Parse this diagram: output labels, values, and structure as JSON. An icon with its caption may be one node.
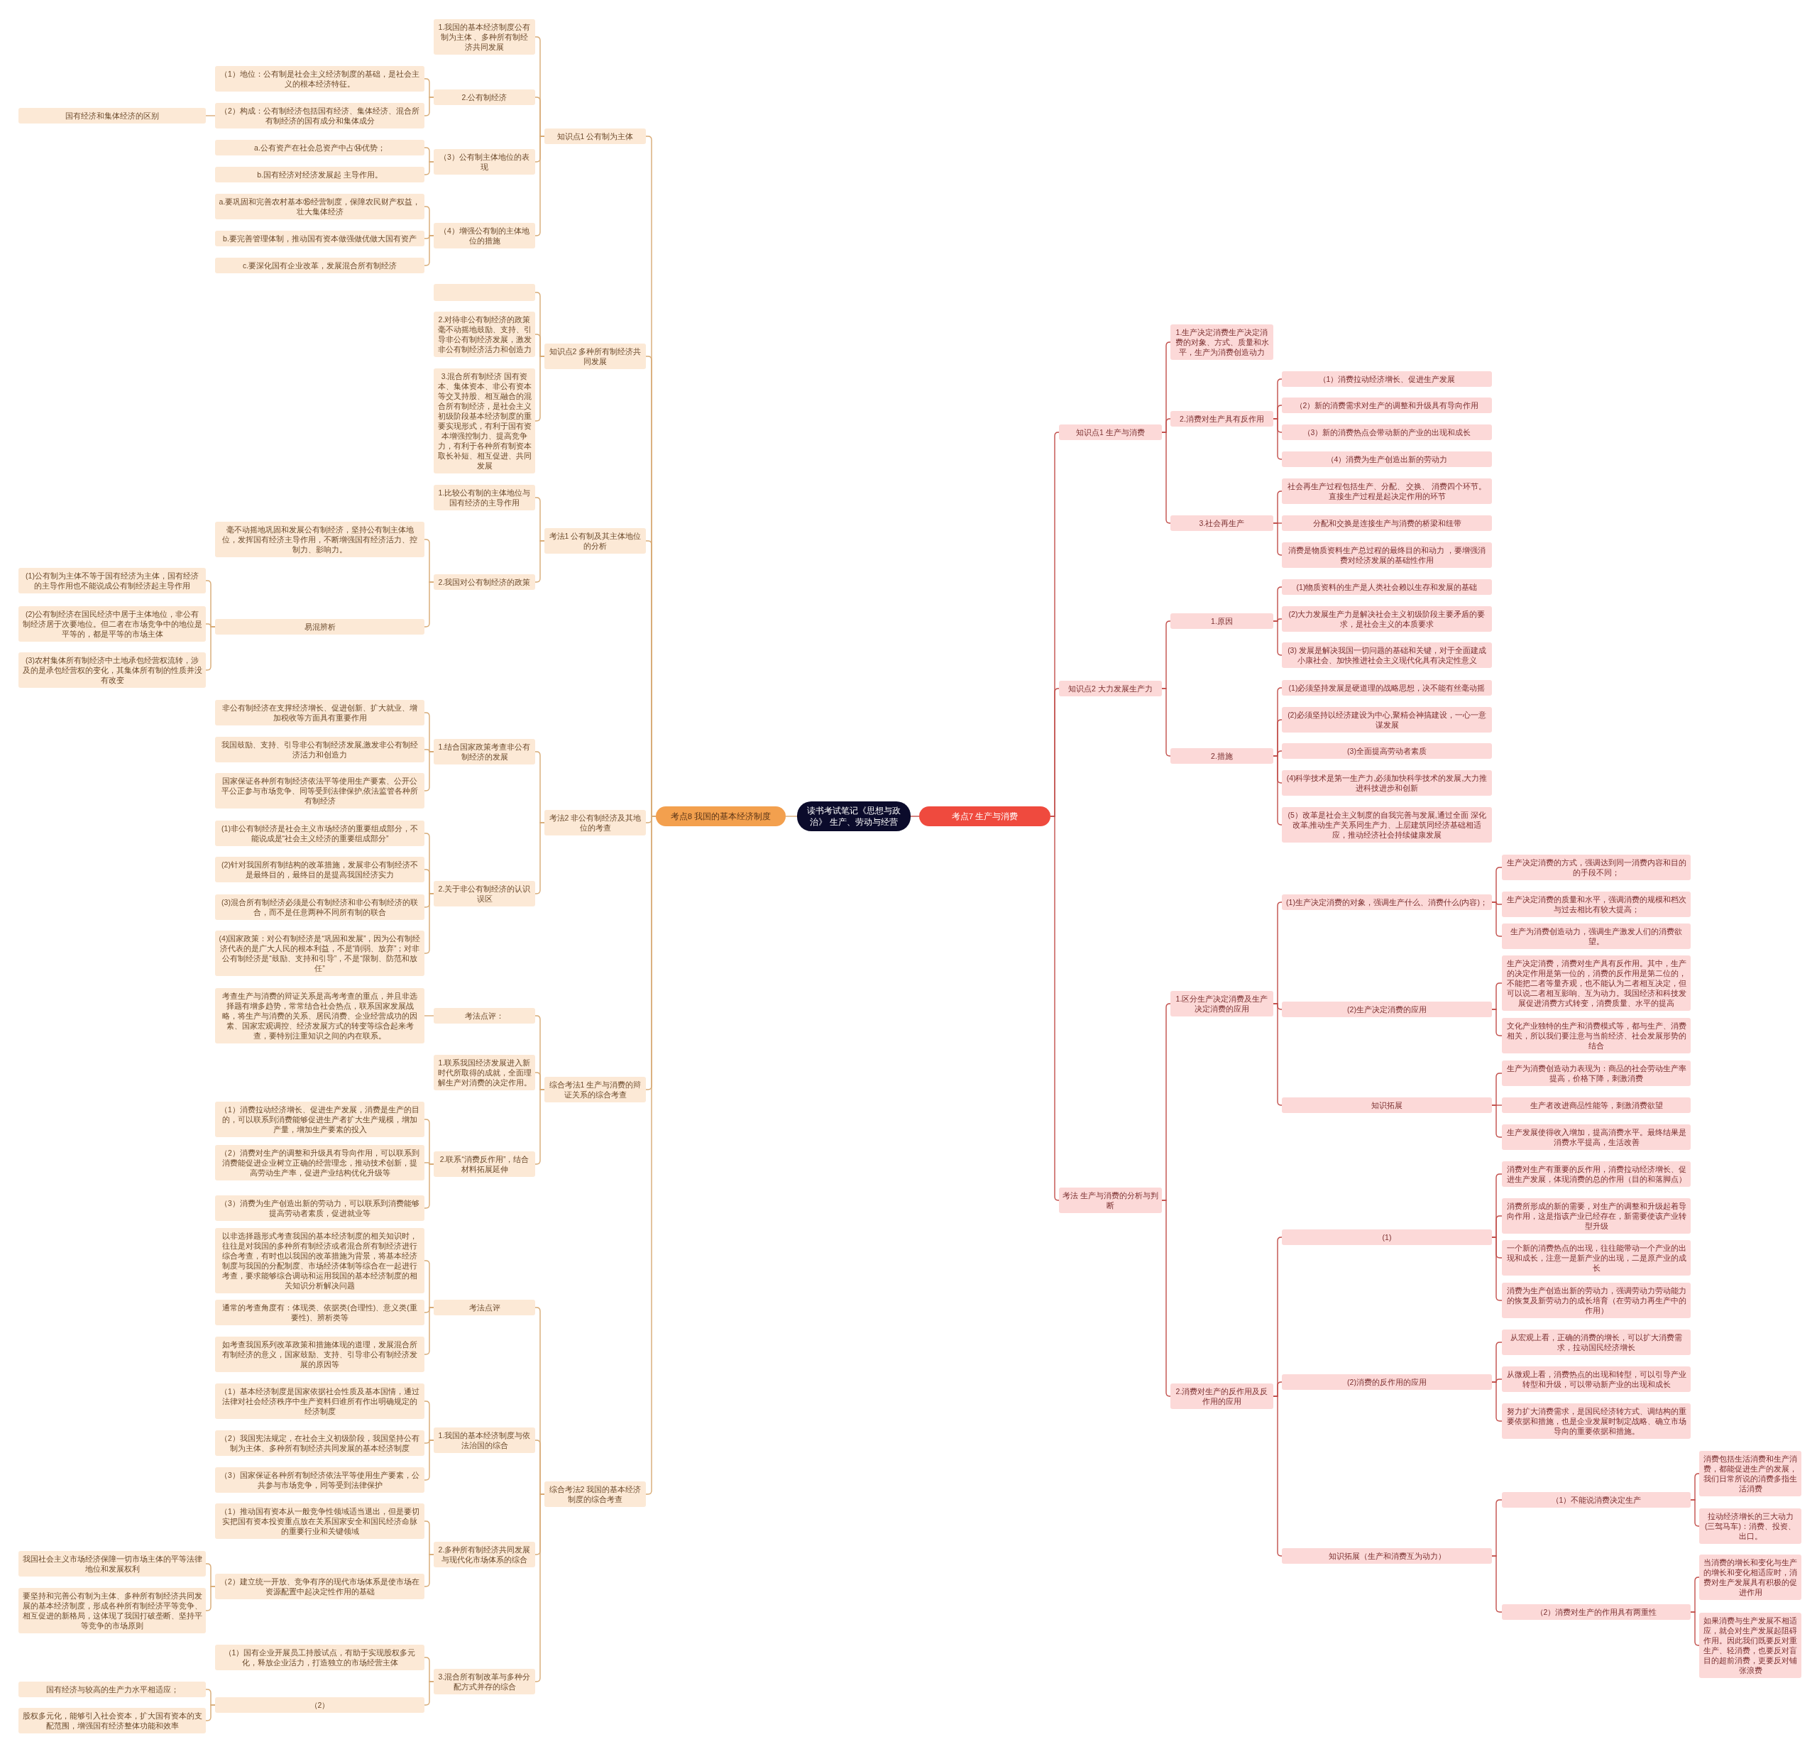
{
  "diagram": {
    "nodes": [
      {
        "text": [
          "读书考试笔记《思想与政治》 生产、劳动与经营"
        ]
      },
      {
        "text": [
          "考点8  我国的基本经济制度"
        ]
      },
      {
        "text": [
          "知识点1  公有制为主体"
        ]
      },
      {
        "text": [
          "1.我国的基本经济制度公有制为主体 、多种所有制经济共同发展"
        ]
      },
      {
        "text": [
          "2.公有制经济"
        ]
      },
      {
        "text": [
          "（1）地位：公有制是社会主义经济制度的基础，是社会主义的根本经济特征。"
        ]
      },
      {
        "text": [
          "（2）构成：公有制经济包括国有经济、集体经济、混合所有制经济的国有成分和集体成分"
        ]
      },
      {
        "text": [
          "国有经济和集体经济的区别"
        ]
      },
      {
        "text": [
          "（3）公有制主体地位的表现"
        ]
      },
      {
        "text": [
          "a.公有资产在社会总资产中占⑭优势；"
        ]
      },
      {
        "text": [
          "b.国有经济对经济发展起 主导作用。"
        ]
      },
      {
        "text": [
          "（4）增强公有制的主体地位的措施"
        ]
      },
      {
        "text": [
          "a.要巩固和完善农村基本⑯经营制度，保障农民财产权益，壮大集体经济"
        ]
      },
      {
        "text": [
          "b.要完善管理体制，推动国有资本做强做优做大国有资产"
        ]
      },
      {
        "text": [
          "c.要深化国有企业改革，发展混合所有制经济"
        ]
      },
      {
        "text": [
          "知识点2  多种所有制经济共同发展"
        ]
      },
      {
        "text": [],
        "shape": "box"
      },
      {
        "text": [
          "2.对待非公有制经济的政策毫不动摇地鼓励、支持、引导非公有制经济发展，激发非公有制经济活力和创造力"
        ]
      },
      {
        "text": [
          "3.混合所有制经济  国有资本、集体资本、非公有资本等交叉持股、相互融合的混合所有制经济，是社会主义初级阶段基本经济制度的重要实现形式，有利于国有资本增强控制力、提高竞争力，有利于各种所有制资本取长补短、相互促进、共同发展"
        ]
      },
      {
        "text": [
          "考法1  公有制及其主体地位的分析"
        ]
      },
      {
        "text": [
          "1.比较公有制的主体地位与国有经济的主导作用"
        ]
      },
      {
        "text": [
          "2.我国对公有制经济的政策"
        ]
      },
      {
        "text": [
          "毫不动摇地巩固和发展公有制经济，坚持公有制主体地位，发挥国有经济主导作用，不断增强国有经济活力、控制力、影响力。"
        ]
      },
      {
        "text": [
          "易混辨析"
        ]
      },
      {
        "text": [
          "(1)公有制为主体不等于国有经济为主体，国有经济的主导作用也不能说成公有制经济起主导作用"
        ]
      },
      {
        "text": [
          "(2)公有制经济在国民经济中居于主体地位，非公有制经济居于次要地位。但二者在市场竞争中的地位是平等的，都是平等的市场主体"
        ]
      },
      {
        "text": [
          "(3)农村集体所有制经济中土地承包经营权流转，涉及的是承包经营权的变化，其集体所有制的性质并没有改变"
        ]
      },
      {
        "text": [
          "考法2  非公有制经济及其地位的考查"
        ]
      },
      {
        "text": [
          "1.结合国家政策考查非公有制经济的发展"
        ]
      },
      {
        "text": [
          "非公有制经济在支撑经济增长、促进创新、扩大就业、增加税收等方面具有重要作用"
        ]
      },
      {
        "text": [
          "我国鼓励、支持、引导非公有制经济发展,激发非公有制经济活力和创造力"
        ]
      },
      {
        "text": [
          "国家保证各种所有制经济依法平等使用生产要素、公开公平公正参与市场竞争、同等受到法律保护,依法监管各种所有制经济"
        ]
      },
      {
        "text": [
          "2.关于非公有制经济的认识误区"
        ]
      },
      {
        "text": [
          "(1)非公有制经济是社会主义市场经济的重要组成部分，不能说成是“社会主义经济的重要组成部分”"
        ]
      },
      {
        "text": [
          "(2)针对我国所有制结构的改革措施，发展非公有制经济不是最终目的，最终目的是提高我国经济实力"
        ]
      },
      {
        "text": [
          "(3)混合所有制经济必须是公有制经济和非公有制经济的联合，而不是任意两种不同所有制的联合"
        ]
      },
      {
        "text": [
          "(4)国家政策：对公有制经济是“巩固和发展”，因为公有制经济代表的是广大人民的根本利益，不是“削弱、放弃”；对非公有制经济是“鼓励、支持和引导”，不是“限制、防范和放任”"
        ]
      },
      {
        "text": [
          "综合考法1 生产与消费的辩证关系的综合考查"
        ]
      },
      {
        "text": [
          "考法点评："
        ]
      },
      {
        "text": [
          "考查生产与消费的辩证关系是高考考查的重点，并且非选择题有增多趋势，常常结合社会热点，联系国家发展战略，将生产与消费的关系、居民消费、企业经营成功的因素、国家宏观调控、经济发展方式的转变等综合起来考查，要特别注重知识之间的内在联系。"
        ]
      },
      {
        "text": [
          "1.联系我国经济发展进入新时代所取得的成就，全面理解生产对消费的决定作用。"
        ]
      },
      {
        "text": [
          "2.联系“消费反作用”，结合材料拓展延伸"
        ]
      },
      {
        "text": [
          "（1）消费拉动经济增长、促进生产发展，消费是生产的目的，可以联系到消费能够促进生产者扩大生产规模，增加产量，增加生产要素的投入"
        ]
      },
      {
        "text": [
          "（2）消费对生产的调整和升级具有导向作用，可以联系到消费能促进企业树立正确的经营理念，推动技术创新，提高劳动生产率，促进产业结构优化升级等"
        ]
      },
      {
        "text": [
          "（3）消费为生产创造出新的劳动力，可以联系到消费能够提高劳动者素质，促进就业等"
        ]
      },
      {
        "text": [
          "综合考法2 我国的基本经济制度的综合考查"
        ]
      },
      {
        "text": [
          "考法点评"
        ]
      },
      {
        "text": [
          "以非选择题形式考查我国的基本经济制度的相关知识时，往往是对我国的多种所有制经济或者混合所有制经济进行综合考查，有时也以我国的改革措施为背景，将基本经济制度与我国的分配制度、市场经济体制等综合在一起进行考查，要求能够综合调动和运用我国的基本经济制度的相关知识分析解决问题"
        ]
      },
      {
        "text": [
          "通常的考查角度有：体现类、依据类(合理性)、意义类(重要性)、辨析类等"
        ]
      },
      {
        "text": [
          "如考查我国系列改革政策和措施体现的道理，发展混合所有制经济的意义，国家鼓励、支持、引导非公有制经济发展的原因等"
        ]
      },
      {
        "text": [
          "1.我国的基本经济制度与依法治国的综合"
        ]
      },
      {
        "text": [
          "（1）基本经济制度是国家依据社会性质及基本国情，通过法律对社会经济秩序中生产资料归谁所有作出明确规定的经济制度"
        ]
      },
      {
        "text": [
          "（2）我国宪法规定，在社会主义初级阶段，我国坚持公有制为主体、多种所有制经济共同发展的基本经济制度"
        ]
      },
      {
        "text": [
          "（3）国家保证各种所有制经济依法平等使用生产要素，公共参与市场竞争，同等受到法律保护"
        ]
      },
      {
        "text": [
          "2.多种所有制经济共同发展与现代化市场体系的综合"
        ]
      },
      {
        "text": [
          "（1）推动国有资本从一般竞争性领域适当退出，但是要切实把国有资本投资重点放在关系国家安全和国民经济命脉的重要行业和关键领域"
        ]
      },
      {
        "text": [
          "（2）建立统一开放、竞争有序的现代市场体系是使市场在资源配置中起决定性作用的基础"
        ]
      },
      {
        "text": [
          "我国社会主义市场经济保障一切市场主体的平等法律地位和发展权利"
        ]
      },
      {
        "text": [
          "要坚持和完善公有制为主体、多种所有制经济共同发展的基本经济制度，形成各种所有制经济平等竞争、相互促进的新格局，这体现了我国打破垄断、坚持平等竞争的市场原则"
        ]
      },
      {
        "text": [
          "3.混合所有制改革与多种分配方式并存的综合"
        ]
      },
      {
        "text": [
          "（1）国有企业开展员工持股试点，有助于实现股权多元化，释放企业活力，打造独立的市场经营主体"
        ]
      },
      {
        "text": [
          "（2）"
        ]
      },
      {
        "text": [
          "国有经济与较高的生产力水平相适应；"
        ]
      },
      {
        "text": [
          "股权多元化，能够引入社会资本，扩大国有资本的支配范围，增强国有经济整体功能和效率"
        ]
      },
      {
        "text": [
          "考点7  生产与消费"
        ]
      },
      {
        "text": [
          "知识点1  生产与消费"
        ]
      },
      {
        "text": [
          "1.生产决定消费生产决定消费的对象、方式、质量和水平，生产为消费创造动力"
        ]
      },
      {
        "text": [
          "2.消费对生产具有反作用"
        ]
      },
      {
        "text": [
          "（1）消费拉动经济增长、促进生产发展"
        ]
      },
      {
        "text": [
          "（2）新的消费需求对生产的调整和升级具有导向作用"
        ]
      },
      {
        "text": [
          "（3）新的消费热点会带动新的产业的出现和成长"
        ]
      },
      {
        "text": [
          "（4）消费为生产创造出新的劳动力"
        ]
      },
      {
        "text": [
          "3.社会再生产"
        ]
      },
      {
        "text": [
          "社会再生产过程包括生产、分配、 交换、 消费四个环节。直接生产过程是起决定作用的环节"
        ]
      },
      {
        "text": [
          "分配和交换是连接生产与消费的桥梁和纽带"
        ]
      },
      {
        "text": [
          "消费是物质资料生产总过程的最终目的和动力 ，要增强消费对经济发展的基础性作用"
        ]
      },
      {
        "text": [
          "知识点2  大力发展生产力"
        ]
      },
      {
        "text": [
          "1.原因"
        ]
      },
      {
        "text": [
          "(1)物质资料的生产是人类社会赖以生存和发展的基础"
        ]
      },
      {
        "text": [
          "(2)大力发展生产力是解决社会主义初级阶段主要矛盾的要求，是社会主义的本质要求"
        ]
      },
      {
        "text": [
          "(3) 发展是解决我国一切问题的基础和关键，对于全面建成小康社会、加快推进社会主义现代化具有决定性意义"
        ]
      },
      {
        "text": [
          "2.措施"
        ]
      },
      {
        "text": [
          "(1)必须坚持发展是硬道理的战略思想，决不能有丝毫动摇"
        ]
      },
      {
        "text": [
          "(2)必须坚持以经济建设为中心,聚精会神搞建设，一心一意谋发展"
        ]
      },
      {
        "text": [
          "(3)全面提高劳动者素质"
        ]
      },
      {
        "text": [
          "(4)科学技术是第一生产力,必须加快科学技术的发展,大力推进科技进步和创新"
        ]
      },
      {
        "text": [
          "(5）改革是社会主义制度的自我完善与发展,通过全面 深化改革,推动生产关系同生产力、上层建筑同经济基础相适应，推动经济社会持续健康发展"
        ]
      },
      {
        "text": [
          "考法  生产与消费的分析与判断"
        ]
      },
      {
        "text": [
          "1.区分生产决定消费及生产决定消费的应用"
        ]
      },
      {
        "text": [
          "(1)生产决定消费的对象，强调生产什么、消费什么(内容)；"
        ]
      },
      {
        "text": [
          "生产决定消费的方式，强调达到同一消费内容和目的的手段不同；"
        ]
      },
      {
        "text": [
          "生产决定消费的质量和水平，强调消费的规模和档次与过去相比有较大提高；"
        ]
      },
      {
        "text": [
          "生产为消费创造动力，强调生产激发人们的消费欲望。"
        ]
      },
      {
        "text": [
          "(2)生产决定消费的应用"
        ]
      },
      {
        "text": [
          "生产决定消费，消费对生产具有反作用。其中，生产的决定作用是第一位的，消费的反作用是第二位的，不能把二者等量齐观，也不能认为二者相互决定，但可以说二者相互影响、互为动力。我国经济和科技发展促进消费方式转变，消费质量、水平的提高"
        ]
      },
      {
        "text": [
          "文化产业独特的生产和消费模式等，都与生产、消费相关，所以我们要注意与当前经济、社会发展形势的结合"
        ]
      },
      {
        "text": [
          "知识拓展"
        ]
      },
      {
        "text": [
          "生产为消费创造动力表现为：商品的社会劳动生产率提高，价格下降，刺激消费"
        ]
      },
      {
        "text": [
          "生产者改进商品性能等，刺激消费欲望"
        ]
      },
      {
        "text": [
          "生产发展使得收入增加，提高消费水平。最终结果是消费水平提高，生活改善"
        ]
      },
      {
        "text": [
          "2.消费对生产的反作用及反作用的应用"
        ]
      },
      {
        "text": [
          "(1)"
        ]
      },
      {
        "text": [
          "消费对生产有重要的反作用，消费拉动经济增长、促进生产发展，体现消费的总的作用（目的和落脚点）"
        ]
      },
      {
        "text": [
          "消费所形成的新的需要，对生产的调整和升级起着导向作用，这是指该产业已经存在，新需要使该产业转型升级"
        ]
      },
      {
        "text": [
          "一个新的消费热点的出现，往往能带动一个产业的出现和成长，注意一是新产业的出现，二是原产业的成长"
        ]
      },
      {
        "text": [
          "消费为生产创造出新的劳动力，强调劳动力劳动能力的恢复及新劳动力的成长培育（在劳动力再生产中的作用）"
        ]
      },
      {
        "text": [
          "(2)消费的反作用的应用"
        ]
      },
      {
        "text": [
          "从宏观上看，正确的消费的增长，可以扩大消费需求，拉动国民经济增长"
        ]
      },
      {
        "text": [
          "从微观上看，消费热点的出现和转型，可以引导产业转型和升级，可以带动新产业的出现和成长"
        ]
      },
      {
        "text": [
          "努力扩大消费需求，是国民经济转方式、调结构的重要依据和措施，也是企业发展时制定战略、确立市场导向的重要依据和措施。"
        ]
      },
      {
        "text": [
          "知识拓展（生产和消费互为动力）"
        ]
      },
      {
        "text": [
          "（1）不能说消费决定生产"
        ]
      },
      {
        "text": [
          "消费包括生活消费和生产消费，都能促进生产的发展，我们日常所说的消费多指生活消费"
        ]
      },
      {
        "text": [
          "拉动经济增长的三大动力(三驾马车)：消费、投资、出口。"
        ]
      },
      {
        "text": [
          "（2）消费对生产的作用具有两重性"
        ]
      },
      {
        "text": [
          "当消费的增长和变化与生产的增长和变化相适应时，消费对生产发展具有积极的促进作用"
        ]
      },
      {
        "text": [
          "如果消费与生产发展不相适应，就会对生产发展起阻碍作用。因此我们既要反对重生产、轻消费，也要反对盲目的超前消费，更要反对铺张浪费"
        ]
      }
    ],
    "edges": [
      {
        "from": 0,
        "to": 1,
        "arrow": "none"
      },
      {
        "from": 1,
        "to": 2,
        "arrow": "none"
      },
      {
        "from": 2,
        "to": 3,
        "arrow": "none"
      },
      {
        "from": 2,
        "to": 4,
        "arrow": "none"
      },
      {
        "from": 4,
        "to": 5,
        "arrow": "none"
      },
      {
        "from": 4,
        "to": 6,
        "arrow": "none"
      },
      {
        "from": 6,
        "to": 7,
        "arrow": "none"
      },
      {
        "from": 2,
        "to": 8,
        "arrow": "none"
      },
      {
        "from": 8,
        "to": 9,
        "arrow": "none"
      },
      {
        "from": 8,
        "to": 10,
        "arrow": "none"
      },
      {
        "from": 2,
        "to": 11,
        "arrow": "none"
      },
      {
        "from": 11,
        "to": 12,
        "arrow": "none"
      },
      {
        "from": 11,
        "to": 13,
        "arrow": "none"
      },
      {
        "from": 11,
        "to": 14,
        "arrow": "none"
      },
      {
        "from": 1,
        "to": 15,
        "arrow": "none"
      },
      {
        "from": 15,
        "to": 16,
        "arrow": "none"
      },
      {
        "from": 15,
        "to": 17,
        "arrow": "none"
      },
      {
        "from": 15,
        "to": 18,
        "arrow": "none"
      },
      {
        "from": 1,
        "to": 19,
        "arrow": "none"
      },
      {
        "from": 19,
        "to": 20,
        "arrow": "none"
      },
      {
        "from": 19,
        "to": 21,
        "arrow": "none"
      },
      {
        "from": 21,
        "to": 22,
        "arrow": "none"
      },
      {
        "from": 21,
        "to": 23,
        "arrow": "none"
      },
      {
        "from": 23,
        "to": 24,
        "arrow": "none"
      },
      {
        "from": 23,
        "to": 25,
        "arrow": "none"
      },
      {
        "from": 23,
        "to": 26,
        "arrow": "none"
      },
      {
        "from": 1,
        "to": 27,
        "arrow": "none"
      },
      {
        "from": 27,
        "to": 28,
        "arrow": "none"
      },
      {
        "from": 28,
        "to": 29,
        "arrow": "none"
      },
      {
        "from": 28,
        "to": 30,
        "arrow": "none"
      },
      {
        "from": 28,
        "to": 31,
        "arrow": "none"
      },
      {
        "from": 27,
        "to": 32,
        "arrow": "none"
      },
      {
        "from": 32,
        "to": 33,
        "arrow": "none"
      },
      {
        "from": 32,
        "to": 34,
        "arrow": "none"
      },
      {
        "from": 32,
        "to": 35,
        "arrow": "none"
      },
      {
        "from": 32,
        "to": 36,
        "arrow": "none"
      },
      {
        "from": 1,
        "to": 37,
        "arrow": "none"
      },
      {
        "from": 37,
        "to": 38,
        "arrow": "none"
      },
      {
        "from": 38,
        "to": 39,
        "arrow": "none"
      },
      {
        "from": 37,
        "to": 40,
        "arrow": "none"
      },
      {
        "from": 37,
        "to": 41,
        "arrow": "none"
      },
      {
        "from": 41,
        "to": 42,
        "arrow": "none"
      },
      {
        "from": 41,
        "to": 43,
        "arrow": "none"
      },
      {
        "from": 41,
        "to": 44,
        "arrow": "none"
      },
      {
        "from": 1,
        "to": 45,
        "arrow": "none"
      },
      {
        "from": 45,
        "to": 46,
        "arrow": "none"
      },
      {
        "from": 46,
        "to": 47,
        "arrow": "none"
      },
      {
        "from": 46,
        "to": 48,
        "arrow": "none"
      },
      {
        "from": 46,
        "to": 49,
        "arrow": "none"
      },
      {
        "from": 45,
        "to": 50,
        "arrow": "none"
      },
      {
        "from": 50,
        "to": 51,
        "arrow": "none"
      },
      {
        "from": 50,
        "to": 52,
        "arrow": "none"
      },
      {
        "from": 50,
        "to": 53,
        "arrow": "none"
      },
      {
        "from": 45,
        "to": 54,
        "arrow": "none"
      },
      {
        "from": 54,
        "to": 55,
        "arrow": "none"
      },
      {
        "from": 54,
        "to": 56,
        "arrow": "none"
      },
      {
        "from": 56,
        "to": 57,
        "arrow": "none"
      },
      {
        "from": 56,
        "to": 58,
        "arrow": "none"
      },
      {
        "from": 45,
        "to": 59,
        "arrow": "none"
      },
      {
        "from": 59,
        "to": 60,
        "arrow": "none"
      },
      {
        "from": 59,
        "to": 61,
        "arrow": "none"
      },
      {
        "from": 61,
        "to": 62,
        "arrow": "none"
      },
      {
        "from": 61,
        "to": 63,
        "arrow": "none"
      },
      {
        "from": 0,
        "to": 64,
        "arrow": "none",
        "color": "#c24f4b"
      },
      {
        "from": 64,
        "to": 65,
        "arrow": "none",
        "color": "#c24f4b"
      },
      {
        "from": 65,
        "to": 66,
        "arrow": "none",
        "color": "#c24f4b"
      },
      {
        "from": 65,
        "to": 67,
        "arrow": "none",
        "color": "#c24f4b"
      },
      {
        "from": 67,
        "to": 68,
        "arrow": "none",
        "color": "#c24f4b"
      },
      {
        "from": 67,
        "to": 69,
        "arrow": "none",
        "color": "#c24f4b"
      },
      {
        "from": 67,
        "to": 70,
        "arrow": "none",
        "color": "#c24f4b"
      },
      {
        "from": 67,
        "to": 71,
        "arrow": "none",
        "color": "#c24f4b"
      },
      {
        "from": 65,
        "to": 72,
        "arrow": "none",
        "color": "#c24f4b"
      },
      {
        "from": 72,
        "to": 73,
        "arrow": "none",
        "color": "#c24f4b"
      },
      {
        "from": 72,
        "to": 74,
        "arrow": "none",
        "color": "#c24f4b"
      },
      {
        "from": 72,
        "to": 75,
        "arrow": "none",
        "color": "#c24f4b"
      },
      {
        "from": 64,
        "to": 76,
        "arrow": "none",
        "color": "#c24f4b"
      },
      {
        "from": 76,
        "to": 77,
        "arrow": "none",
        "color": "#c24f4b"
      },
      {
        "from": 77,
        "to": 78,
        "arrow": "none",
        "color": "#c24f4b"
      },
      {
        "from": 77,
        "to": 79,
        "arrow": "none",
        "color": "#c24f4b"
      },
      {
        "from": 77,
        "to": 80,
        "arrow": "none",
        "color": "#c24f4b"
      },
      {
        "from": 76,
        "to": 81,
        "arrow": "none",
        "color": "#c24f4b"
      },
      {
        "from": 81,
        "to": 82,
        "arrow": "none",
        "color": "#c24f4b"
      },
      {
        "from": 81,
        "to": 83,
        "arrow": "none",
        "color": "#c24f4b"
      },
      {
        "from": 81,
        "to": 84,
        "arrow": "none",
        "color": "#c24f4b"
      },
      {
        "from": 81,
        "to": 85,
        "arrow": "none",
        "color": "#c24f4b"
      },
      {
        "from": 81,
        "to": 86,
        "arrow": "none",
        "color": "#c24f4b"
      },
      {
        "from": 64,
        "to": 87,
        "arrow": "none",
        "color": "#c24f4b"
      },
      {
        "from": 87,
        "to": 88,
        "arrow": "none",
        "color": "#c24f4b"
      },
      {
        "from": 88,
        "to": 89,
        "arrow": "none",
        "color": "#c24f4b"
      },
      {
        "from": 89,
        "to": 90,
        "arrow": "none",
        "color": "#c24f4b"
      },
      {
        "from": 89,
        "to": 91,
        "arrow": "none",
        "color": "#c24f4b"
      },
      {
        "from": 89,
        "to": 92,
        "arrow": "none",
        "color": "#c24f4b"
      },
      {
        "from": 88,
        "to": 93,
        "arrow": "none",
        "color": "#c24f4b"
      },
      {
        "from": 93,
        "to": 94,
        "arrow": "none",
        "color": "#c24f4b"
      },
      {
        "from": 93,
        "to": 95,
        "arrow": "none",
        "color": "#c24f4b"
      },
      {
        "from": 88,
        "to": 96,
        "arrow": "none",
        "color": "#c24f4b"
      },
      {
        "from": 96,
        "to": 97,
        "arrow": "none",
        "color": "#c24f4b"
      },
      {
        "from": 96,
        "to": 98,
        "arrow": "none",
        "color": "#c24f4b"
      },
      {
        "from": 96,
        "to": 99,
        "arrow": "none",
        "color": "#c24f4b"
      },
      {
        "from": 87,
        "to": 100,
        "arrow": "none",
        "color": "#c24f4b"
      },
      {
        "from": 100,
        "to": 101,
        "arrow": "none",
        "color": "#c24f4b"
      },
      {
        "from": 101,
        "to": 102,
        "arrow": "none",
        "color": "#c24f4b"
      },
      {
        "from": 101,
        "to": 103,
        "arrow": "none",
        "color": "#c24f4b"
      },
      {
        "from": 101,
        "to": 104,
        "arrow": "none",
        "color": "#c24f4b"
      },
      {
        "from": 101,
        "to": 105,
        "arrow": "none",
        "color": "#c24f4b"
      },
      {
        "from": 100,
        "to": 106,
        "arrow": "none",
        "color": "#c24f4b"
      },
      {
        "from": 106,
        "to": 107,
        "arrow": "none",
        "color": "#c24f4b"
      },
      {
        "from": 106,
        "to": 108,
        "arrow": "none",
        "color": "#c24f4b"
      },
      {
        "from": 106,
        "to": 109,
        "arrow": "none",
        "color": "#c24f4b"
      },
      {
        "from": 100,
        "to": 110,
        "arrow": "none",
        "color": "#c24f4b"
      },
      {
        "from": 110,
        "to": 111,
        "arrow": "none",
        "color": "#c24f4b"
      },
      {
        "from": 111,
        "to": 112,
        "arrow": "none",
        "color": "#c24f4b"
      },
      {
        "from": 111,
        "to": 113,
        "arrow": "none",
        "color": "#c24f4b"
      },
      {
        "from": 110,
        "to": 114,
        "arrow": "none",
        "color": "#c24f4b"
      },
      {
        "from": 114,
        "to": 115,
        "arrow": "none",
        "color": "#c24f4b"
      },
      {
        "from": 114,
        "to": 116,
        "arrow": "none",
        "color": "#c24f4b"
      }
    ]
  }
}
